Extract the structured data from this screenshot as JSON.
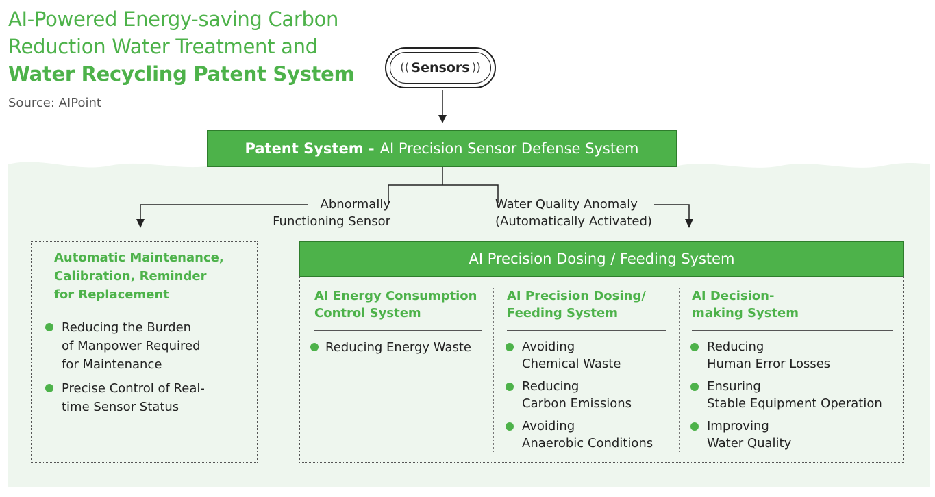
{
  "title": {
    "line1": "AI-Powered Energy-saving Carbon",
    "line2": "Reduction Water Treatment and",
    "line3": "Water Recycling Patent System"
  },
  "source": "Source: AIPoint",
  "sensors": {
    "label": "Sensors",
    "wave_left": "((",
    "wave_right": "))"
  },
  "patent": {
    "bold": "Patent System -",
    "rest": "AI Precision Sensor Defense System"
  },
  "branches": {
    "left": {
      "line1": "Abnormally",
      "line2": "Functioning Sensor"
    },
    "right": {
      "line1": "Water Quality Anomaly",
      "line2": "(Automatically Activated)"
    }
  },
  "maintenance": {
    "heading": [
      "Automatic Maintenance,",
      "Calibration, Reminder",
      "for Replacement"
    ],
    "items": [
      [
        "Reducing the Burden",
        "of Manpower Required",
        "for Maintenance"
      ],
      [
        "Precise Control of Real-",
        "time Sensor Status"
      ]
    ]
  },
  "dosing_system": {
    "title": "AI Precision Dosing / Feeding System",
    "columns": [
      {
        "heading": [
          "AI Energy Consumption",
          "Control System"
        ],
        "items": [
          [
            "Reducing Energy Waste"
          ]
        ]
      },
      {
        "heading": [
          "AI Precision Dosing/",
          "Feeding System"
        ],
        "items": [
          [
            "Avoiding",
            "Chemical Waste"
          ],
          [
            "Reducing",
            "Carbon Emissions"
          ],
          [
            "Avoiding",
            "Anaerobic Conditions"
          ]
        ]
      },
      {
        "heading": [
          "AI Decision-",
          "making System"
        ],
        "items": [
          [
            "Reducing",
            "Human Error Losses"
          ],
          [
            "Ensuring",
            "Stable Equipment Operation"
          ],
          [
            "Improving",
            "Water Quality"
          ]
        ]
      }
    ]
  },
  "colors": {
    "accent": "#4db24a",
    "background_tint": "#eef6ee",
    "dark": "#222222"
  }
}
